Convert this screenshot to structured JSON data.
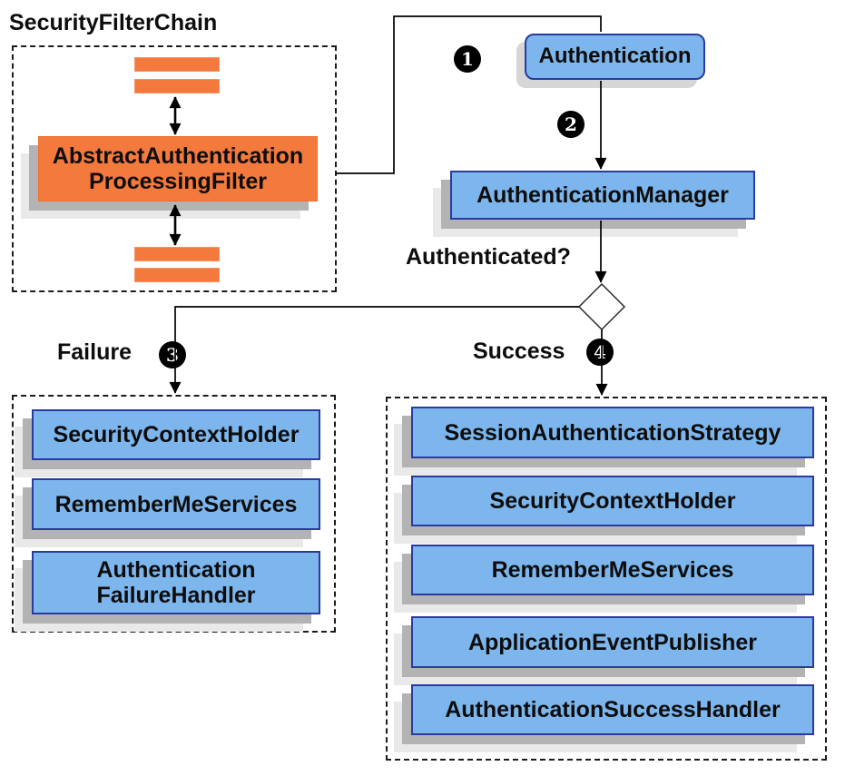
{
  "colors": {
    "orange": "#F4793D",
    "orange_border": "#EE6F30",
    "bar_border": "#F79266",
    "blue_fill": "#7DB6ED",
    "blue_border": "#2B3AA0",
    "shadow": "#B3B3B3",
    "shadow_light": "#E9E9E9",
    "shadow_soft": "#D6D6D6",
    "line": "#000000"
  },
  "filter_chain": {
    "title": "SecurityFilterChain",
    "filter_label": "AbstractAuthentication\nProcessingFilter"
  },
  "flow": {
    "authentication": "Authentication",
    "authentication_manager": "AuthenticationManager",
    "authenticated_question": "Authenticated?",
    "failure": "Failure",
    "success": "Success",
    "steps": [
      "1",
      "2",
      "3",
      "4"
    ]
  },
  "failure_branch": {
    "items": [
      "SecurityContextHolder",
      "RememberMeServices",
      "Authentication\nFailureHandler"
    ]
  },
  "success_branch": {
    "items": [
      "SessionAuthenticationStrategy",
      "SecurityContextHolder",
      "RememberMeServices",
      "ApplicationEventPublisher",
      "AuthenticationSuccessHandler"
    ]
  }
}
